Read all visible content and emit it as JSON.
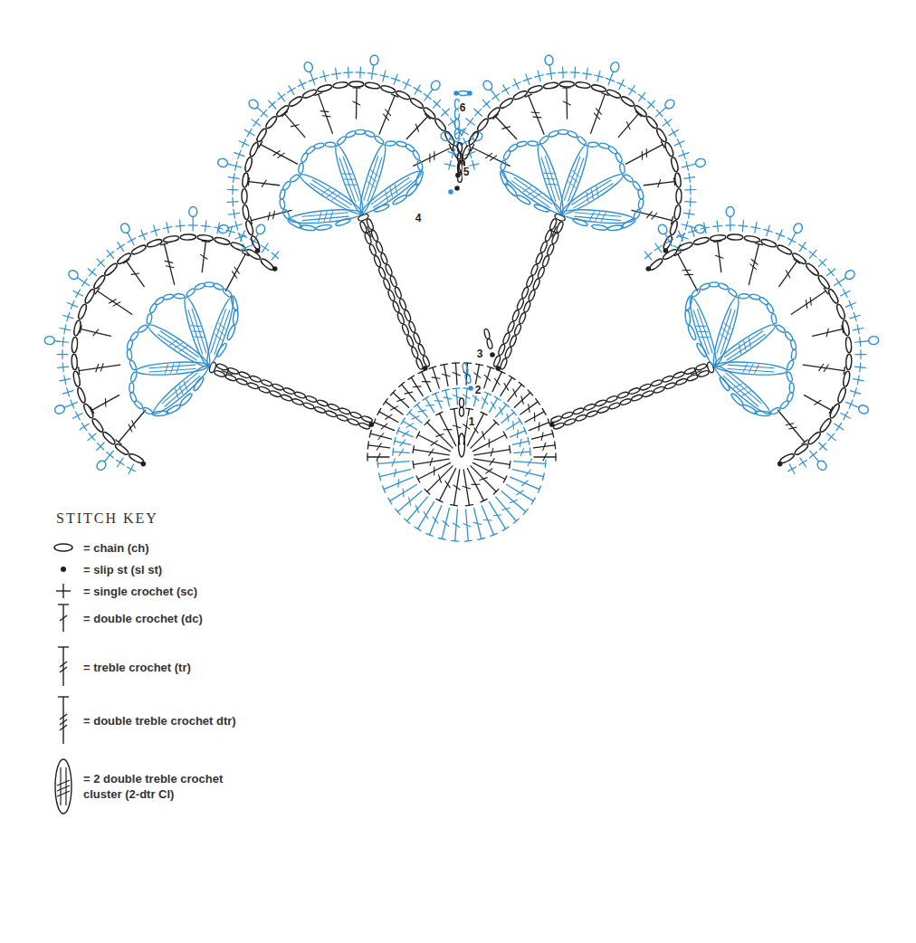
{
  "diagram": {
    "title": "STITCH KEY",
    "labels": [
      "1",
      "2",
      "3",
      "4",
      "5",
      "6"
    ],
    "legend": [
      {
        "text": "= chain (ch)"
      },
      {
        "text": "= slip st (sl st)"
      },
      {
        "text": "= single crochet (sc)"
      },
      {
        "text": "= double crochet (dc)"
      },
      {
        "text": "= treble crochet (tr)"
      },
      {
        "text": "= double treble crochet dtr)"
      },
      {
        "text": "= 2 double treble crochet cluster (2-dtr Cl)"
      }
    ]
  }
}
